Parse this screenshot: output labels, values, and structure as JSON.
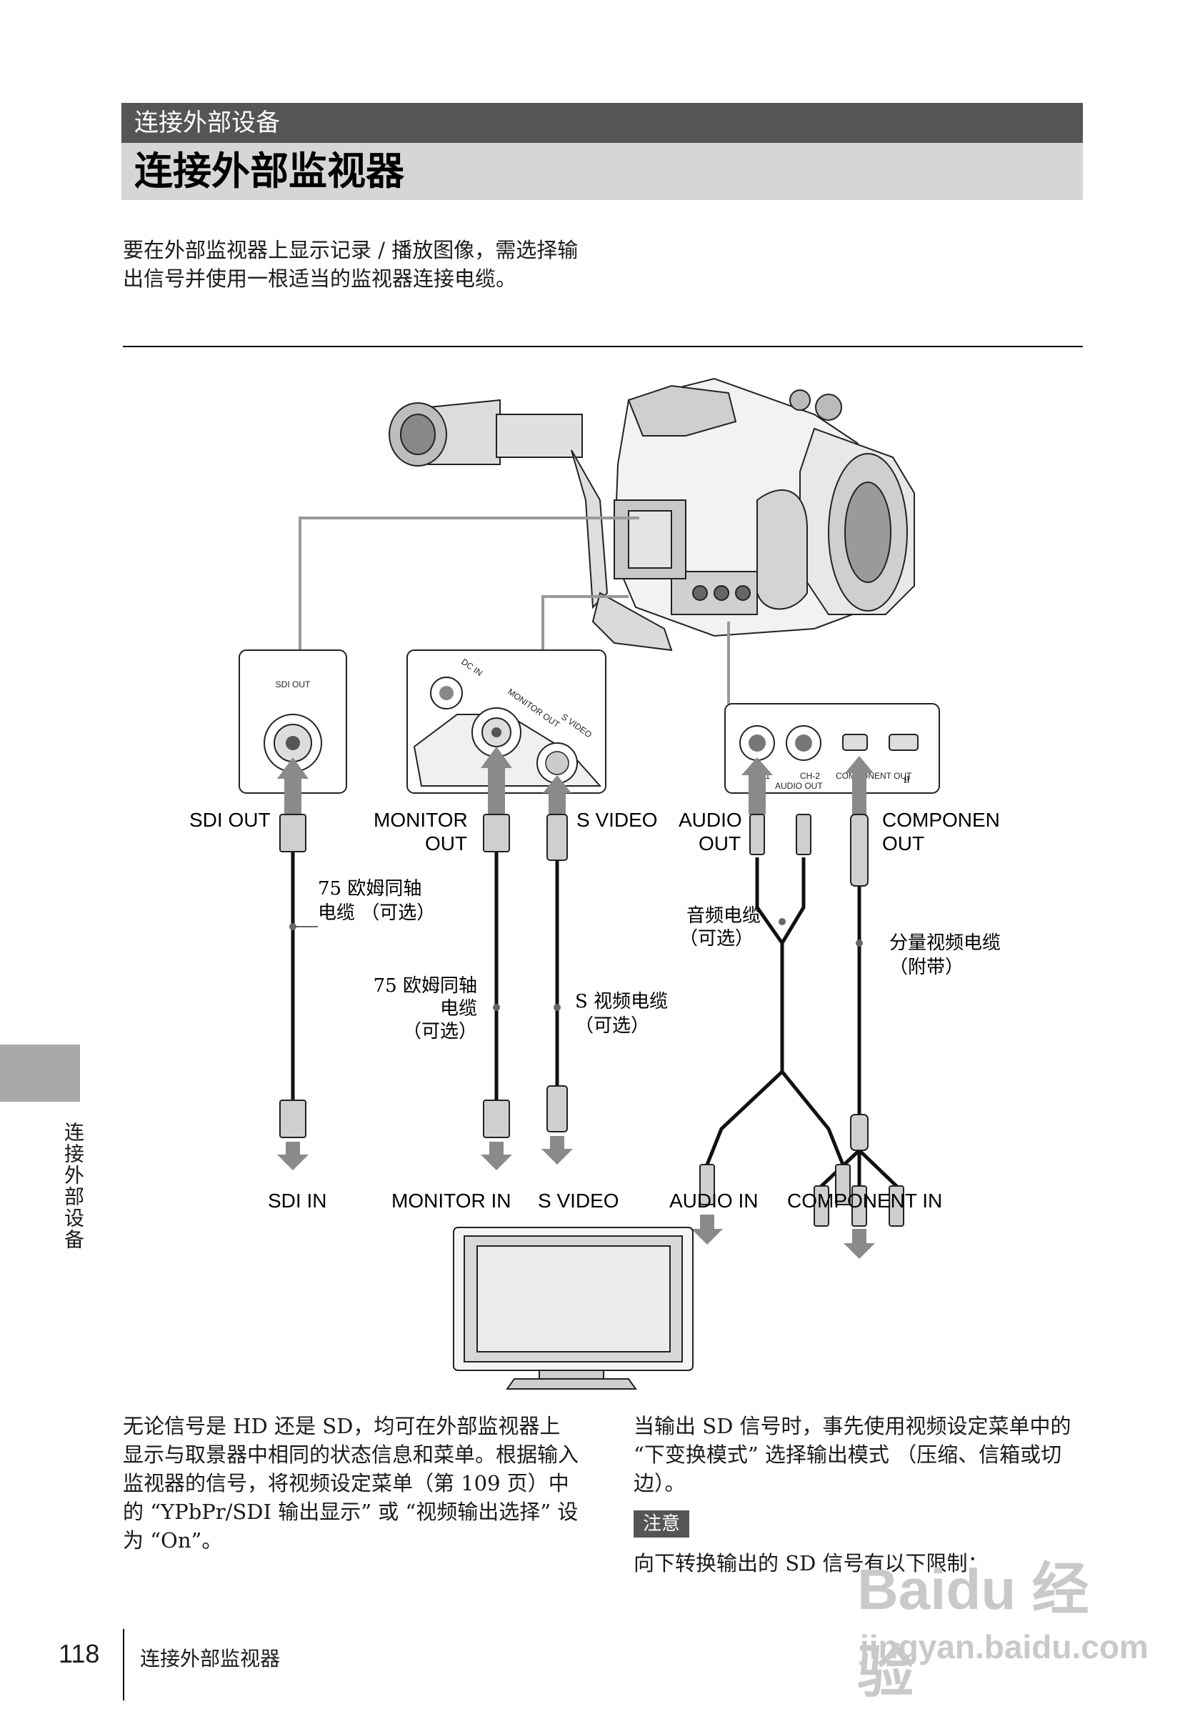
{
  "header": {
    "section": "连接外部设备",
    "title": "连接外部监视器"
  },
  "intro": "要在外部监视器上显示记录 / 播放图像，需选择输出信号并使用一根适当的监视器连接电缆。",
  "diagram": {
    "panel_labels": {
      "sdi_out": "SDI OUT",
      "dc_in": "DC IN",
      "monitor_out": "MONITOR OUT",
      "s_video": "S VIDEO",
      "ch1": "CH-1",
      "ch2": "CH-2",
      "audio_out": "AUDIO OUT",
      "component_out": "COMPONENT OUT"
    },
    "outputs": {
      "sdi_out": "SDI OUT",
      "monitor_out_1": "MONITOR",
      "monitor_out_2": "OUT",
      "s_video": "S VIDEO",
      "audio_out_1": "AUDIO",
      "audio_out_2": "OUT",
      "component_out_1": "COMPONENT",
      "component_out_2": "OUT"
    },
    "cables": {
      "coax1_1": "75 欧姆同轴",
      "coax1_2": "电缆 （可选）",
      "coax2_1": "75 欧姆同轴",
      "coax2_2": "电缆",
      "coax2_3": "（可选）",
      "svideo_1": "S 视频电缆",
      "svideo_2": "（可选）",
      "audio_1": "音频电缆",
      "audio_2": "（可选）",
      "component_1": "分量视频电缆",
      "component_2": "（附带）"
    },
    "inputs": {
      "sdi_in": "SDI IN",
      "monitor_in": "MONITOR IN",
      "s_video": "S VIDEO",
      "audio_in": "AUDIO IN",
      "component_in": "COMPONENT IN"
    }
  },
  "body_left": "无论信号是 HD 还是 SD，均可在外部监视器上显示与取景器中相同的状态信息和菜单。根据输入监视器的信号，将视频设定菜单（第 109 页）中的 “YPbPr/SDI 输出显示” 或 “视频输出选择” 设为 “On”。",
  "body_right": "当输出 SD 信号时，事先使用视频设定菜单中的 “下变换模式” 选择输出模式 （压缩、信箱或切边）。",
  "note": {
    "badge": "注意",
    "text": "向下转换输出的 SD 信号有以下限制："
  },
  "sidebar": {
    "label": "连接外部设备"
  },
  "footer": {
    "page": "118",
    "title": "连接外部监视器"
  },
  "watermark": {
    "main": "Baidu 经验",
    "sub": "jingyan.baidu.com"
  }
}
